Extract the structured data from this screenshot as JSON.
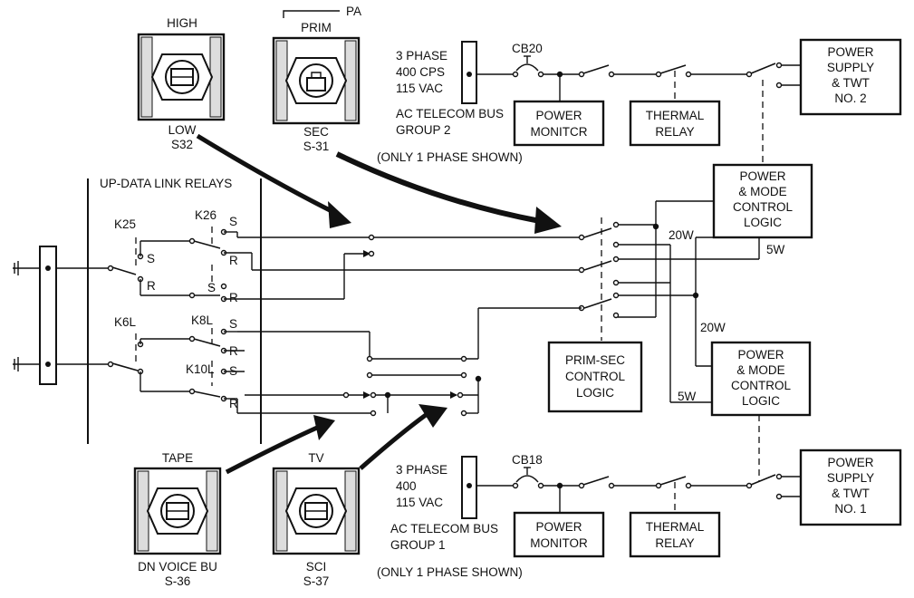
{
  "switches": {
    "high_top": "HIGH",
    "high_bottom": "LOW",
    "high_id": "S32",
    "prim_top": "PRIM",
    "prim_bottom": "SEC",
    "prim_id": "S-31",
    "pa_label": "PA",
    "tape_top": "TAPE",
    "tape_bottom": "DN VOICE BU",
    "tape_id": "S-36",
    "tv_top": "TV",
    "tv_bottom": "SCI",
    "tv_id": "S-37"
  },
  "relays": {
    "title": "UP-DATA LINK RELAYS",
    "k25": "K25",
    "k26": "K26",
    "k6l": "K6L",
    "k8l": "K8L",
    "k10l": "K10L",
    "s": "S",
    "r": "R"
  },
  "bus2": {
    "line1": "3 PHASE",
    "line2": "400 CPS",
    "line3": "115 VAC",
    "line4": "AC TELECOM BUS",
    "line5": "GROUP 2",
    "note": "(ONLY 1 PHASE SHOWN)",
    "breaker": "CB20"
  },
  "bus1": {
    "line1": "3 PHASE",
    "line2": "400",
    "line3": "115 VAC",
    "line4": "AC TELECOM BUS",
    "line5": "GROUP 1",
    "note": "(ONLY 1 PHASE SHOWN)",
    "breaker": "CB18"
  },
  "boxes": {
    "power_monitor_top": [
      "POWER",
      "MONITCR"
    ],
    "thermal_relay_top": [
      "THERMAL",
      "RELAY"
    ],
    "ps2": [
      "POWER",
      "SUPPLY",
      "& TWT",
      "NO. 2"
    ],
    "pmcl_top": [
      "POWER",
      "& MODE",
      "CONTROL",
      "LOGIC"
    ],
    "prim_sec": [
      "PRIM-SEC",
      "CONTROL",
      "LOGIC"
    ],
    "pmcl_bottom": [
      "POWER",
      "& MODE",
      "CONTROL",
      "LOGIC"
    ],
    "power_monitor_bottom": [
      "POWER",
      "MONITOR"
    ],
    "thermal_relay_bottom": [
      "THERMAL",
      "RELAY"
    ],
    "ps1": [
      "POWER",
      "SUPPLY",
      "& TWT",
      "NO. 1"
    ]
  },
  "wattages": {
    "w1": "20W",
    "w2": "5W",
    "w3": "20W",
    "w4": "5W"
  }
}
